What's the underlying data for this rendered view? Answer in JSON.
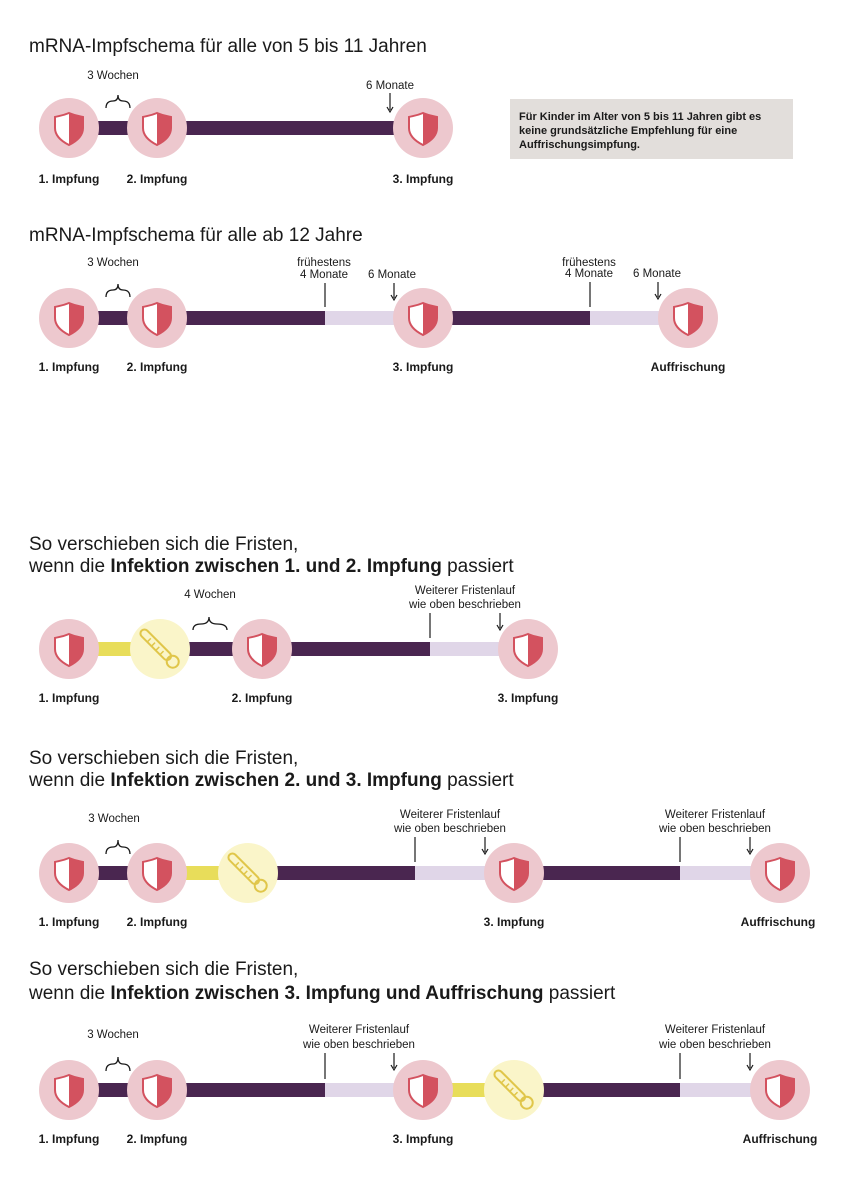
{
  "colors": {
    "bar_dark": "#4a2650",
    "bar_light": "#e0d6e8",
    "bar_yellow": "#e8dd5a",
    "dose_circle": "#edc8ce",
    "shield": "#d3525f",
    "infection_circle": "#faf5c9",
    "thermometer": "#e0c64a",
    "note_bg": "#e2dedb"
  },
  "icons": {
    "dose": "shield-icon",
    "infection": "thermometer-icon"
  },
  "section1": {
    "title": "mRNA-Impfschema für alle von 5 bis 11 Jahren",
    "interval_3w": "3 Wochen",
    "interval_6m": "6 Monate",
    "dose_labels": [
      "1. Impfung",
      "2. Impfung",
      "3. Impfung"
    ],
    "note": [
      "Für Kinder im Alter von 5 bis 11 Jahren gibt es",
      "keine grundsätzliche Empfehlung für eine",
      "Auffrischungsimpfung."
    ]
  },
  "section2": {
    "title": "mRNA-Impfschema für alle ab 12 Jahre",
    "interval_3w": "3 Wochen",
    "earliest_line1": "frühestens",
    "earliest_line2": "4 Monate",
    "interval_6m": "6 Monate",
    "earliest2_line1": "frühestens",
    "earliest2_line2": "4 Monate",
    "interval2_6m": "6 Monate",
    "dose_labels": [
      "1. Impfung",
      "2. Impfung",
      "3. Impfung",
      "Auffrischung"
    ]
  },
  "section3": {
    "title_line1": "So verschieben sich die Fristen,",
    "title_prefix": "wenn die ",
    "title_bold": "Infektion zwischen 1. und 2. Impfung",
    "title_suffix": " passiert",
    "interval_4w": "4 Wochen",
    "further_line1": "Weiterer Fristenlauf",
    "further_line2": "wie oben beschrieben",
    "dose_labels": [
      "1. Impfung",
      "2. Impfung",
      "3. Impfung"
    ]
  },
  "section4": {
    "title_line1": "So verschieben sich die Fristen,",
    "title_prefix": "wenn die ",
    "title_bold": "Infektion zwischen 2. und 3. Impfung",
    "title_suffix": " passiert",
    "interval_3w": "3 Wochen",
    "further_line1": "Weiterer Fristenlauf",
    "further_line2": "wie oben beschrieben",
    "further2_line1": "Weiterer Fristenlauf",
    "further2_line2": "wie oben beschrieben",
    "dose_labels": [
      "1. Impfung",
      "2. Impfung",
      "3. Impfung",
      "Auffrischung"
    ]
  },
  "section5": {
    "title_line1": "So verschieben sich die Fristen,",
    "title_prefix": "wenn die ",
    "title_bold": "Infektion zwischen 3. Impfung und Auffrischung",
    "title_suffix": " passiert",
    "interval_3w": "3 Wochen",
    "further_line1": "Weiterer Fristenlauf",
    "further_line2": "wie oben beschrieben",
    "further2_line1": "Weiterer Fristenlauf",
    "further2_line2": "wie oben beschrieben",
    "dose_labels": [
      "1. Impfung",
      "2. Impfung",
      "3. Impfung",
      "Auffrischung"
    ]
  }
}
